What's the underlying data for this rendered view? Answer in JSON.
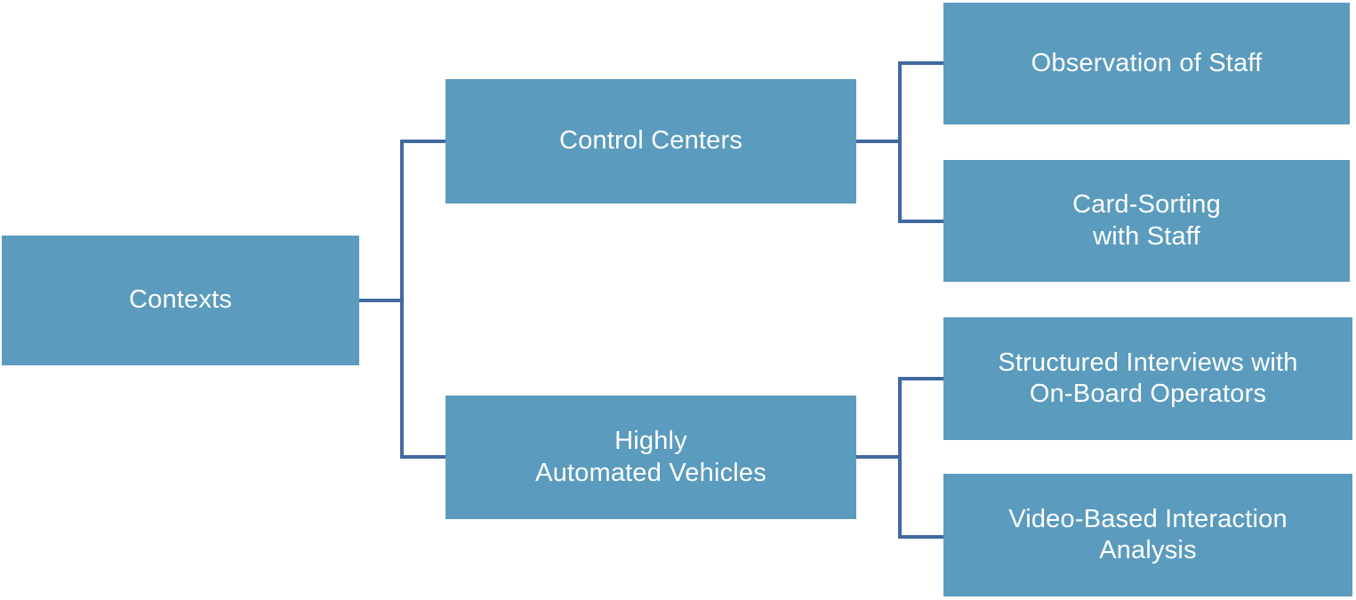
{
  "diagram": {
    "type": "tree",
    "orientation": "left-to-right",
    "colors": {
      "node_fill": "#5b9bbd",
      "node_text": "#ffffff",
      "connector": "#41699f",
      "background": "#ffffff"
    },
    "root": {
      "label": "Contexts"
    },
    "branches": [
      {
        "label": "Control Centers",
        "children": [
          {
            "label": "Observation of Staff"
          },
          {
            "label": "Card-Sorting\nwith Staff"
          }
        ]
      },
      {
        "label": "Highly\nAutomated Vehicles",
        "children": [
          {
            "label": "Structured Interviews with\nOn-Board Operators"
          },
          {
            "label": "Video-Based Interaction\nAnalysis"
          }
        ]
      }
    ]
  }
}
